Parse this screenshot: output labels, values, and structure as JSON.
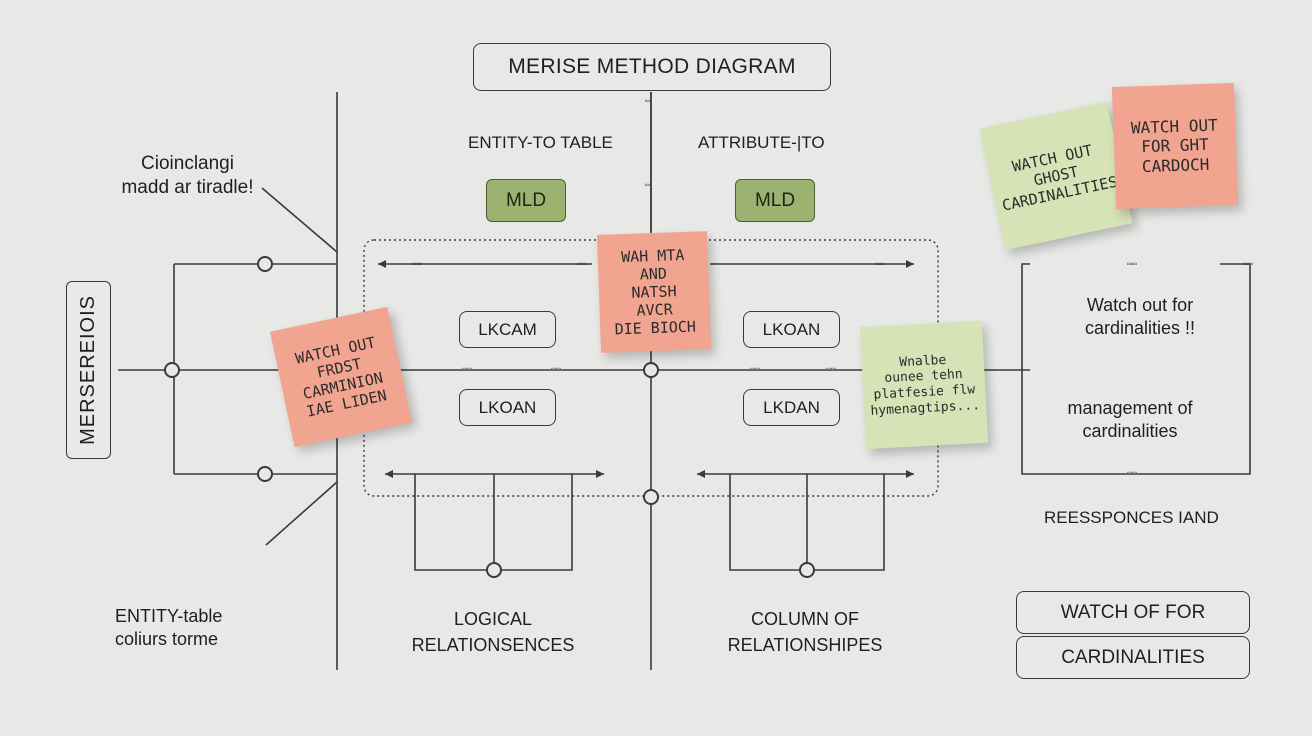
{
  "title": "MERISE METHOD DIAGRAM",
  "header_labels": {
    "left": "ENTITY-TO TABLE",
    "right": "ATTRIBUTE-|TO"
  },
  "mld": {
    "left": "MLD",
    "right": "MLD"
  },
  "left_annotation": {
    "line1": "Cioinclangi",
    "line2": "madd ar tiradle!"
  },
  "side_box": "MERSEREIOIS",
  "entities": {
    "tl": "LKCAM",
    "bl": "LKOAN",
    "tr": "LKOAN",
    "br": "LKDAN"
  },
  "notes": {
    "left_red": "WATCH OUT\nFRDST\nCARMINION\nIAE LIDEN",
    "center_red": "WAH MTA\nAND\nNATSH AVCR\nDIE BIOCH",
    "right_green": "Wnalbe\nounee tehn\nplatfesie flw\nhymenagtips...",
    "top_green": "WATCH OUT\nGHOST\nCARDINALITIES",
    "top_red": "WATCH OUT\nFOR GHT\nCARDOCH"
  },
  "right_panel": {
    "text1": "Watch out for\ncardinalities !!",
    "text2": "management of\ncardinalities"
  },
  "responses": "REESSPONCES IAND",
  "bottom": {
    "left": "ENTITY-table\ncoliurs torme",
    "logical": "LOGICAL\nRELATIONSENCES",
    "column": "COLUMN OF\nRELATIONSHIPES",
    "btn1": "WATCH OF FOR",
    "btn2": "CARDINALITIES"
  },
  "colors": {
    "red_note": "#f1a48f",
    "green_note": "#d5e3b6",
    "mld": "#9bb271",
    "background": "#e8e8e6"
  }
}
